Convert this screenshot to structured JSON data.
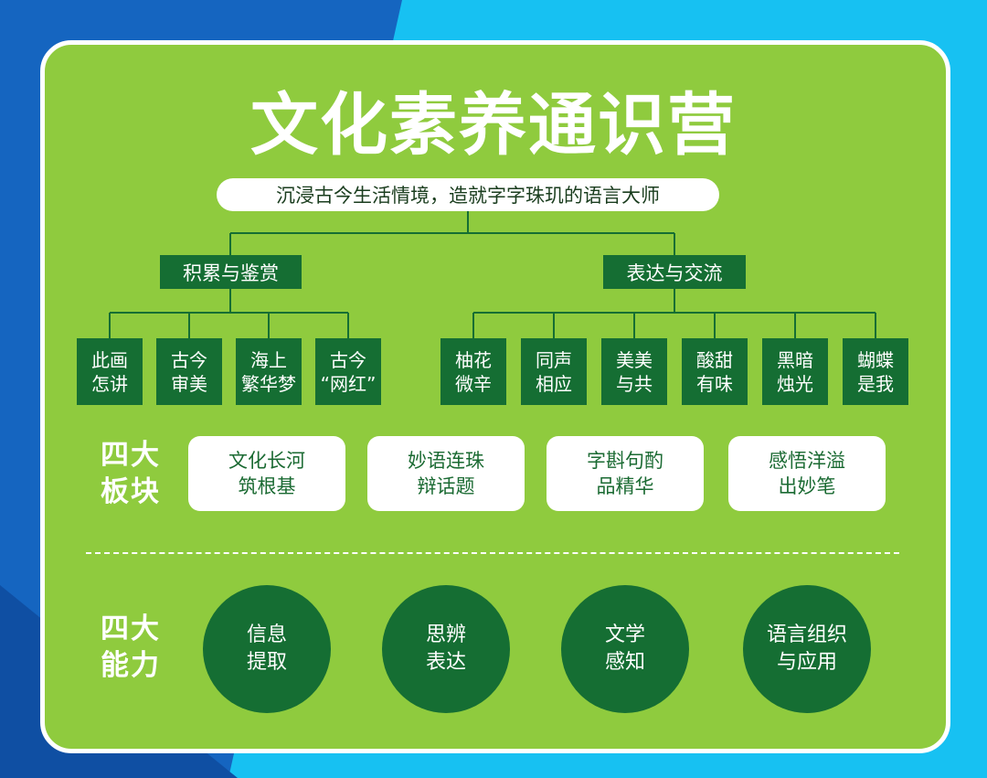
{
  "colors": {
    "background_blue": "#17c1f2",
    "background_dark_blue": "#1565c0",
    "card_green": "#8fcb3e",
    "dark_green": "#156e33",
    "white": "#ffffff"
  },
  "title": "文化素养通识营",
  "subtitle": "沉浸古今生活情境，造就字字珠玑的语言大师",
  "categories": [
    {
      "label": "积累与鉴赏",
      "items": [
        {
          "line1": "此画",
          "line2": "怎讲"
        },
        {
          "line1": "古今",
          "line2": "审美"
        },
        {
          "line1": "海上",
          "line2": "繁华梦"
        },
        {
          "line1": "古今",
          "line2": "“网红”"
        }
      ]
    },
    {
      "label": "表达与交流",
      "items": [
        {
          "line1": "柚花",
          "line2": "微辛"
        },
        {
          "line1": "同声",
          "line2": "相应"
        },
        {
          "line1": "美美",
          "line2": "与共"
        },
        {
          "line1": "酸甜",
          "line2": "有味"
        },
        {
          "line1": "黑暗",
          "line2": "烛光"
        },
        {
          "line1": "蝴蝶",
          "line2": "是我"
        }
      ]
    }
  ],
  "modules_section": {
    "label_line1": "四大",
    "label_line2": "板块",
    "modules": [
      {
        "line1": "文化长河",
        "line2": "筑根基"
      },
      {
        "line1": "妙语连珠",
        "line2": "辩话题"
      },
      {
        "line1": "字斟句酌",
        "line2": "品精华"
      },
      {
        "line1": "感悟洋溢",
        "line2": "出妙笔"
      }
    ]
  },
  "abilities_section": {
    "label_line1": "四大",
    "label_line2": "能力",
    "abilities": [
      {
        "line1": "信息",
        "line2": "提取"
      },
      {
        "line1": "思辨",
        "line2": "表达"
      },
      {
        "line1": "文学",
        "line2": "感知"
      },
      {
        "line1": "语言组织",
        "line2": "与应用"
      }
    ]
  }
}
